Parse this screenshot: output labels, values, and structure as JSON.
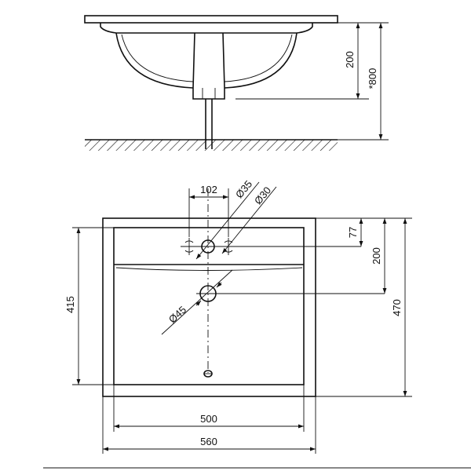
{
  "side_view": {
    "height_dim": "200",
    "floor_dim": "*800"
  },
  "top_view": {
    "tap_spacing": "102",
    "tap_hole": "Ø35",
    "side_hole": "Ø30",
    "drain_hole": "Ø45",
    "tap_offset": "77",
    "drain_offset": "200",
    "overall_depth": "470",
    "bowl_depth": "415",
    "bowl_width": "500",
    "overall_width": "560"
  }
}
